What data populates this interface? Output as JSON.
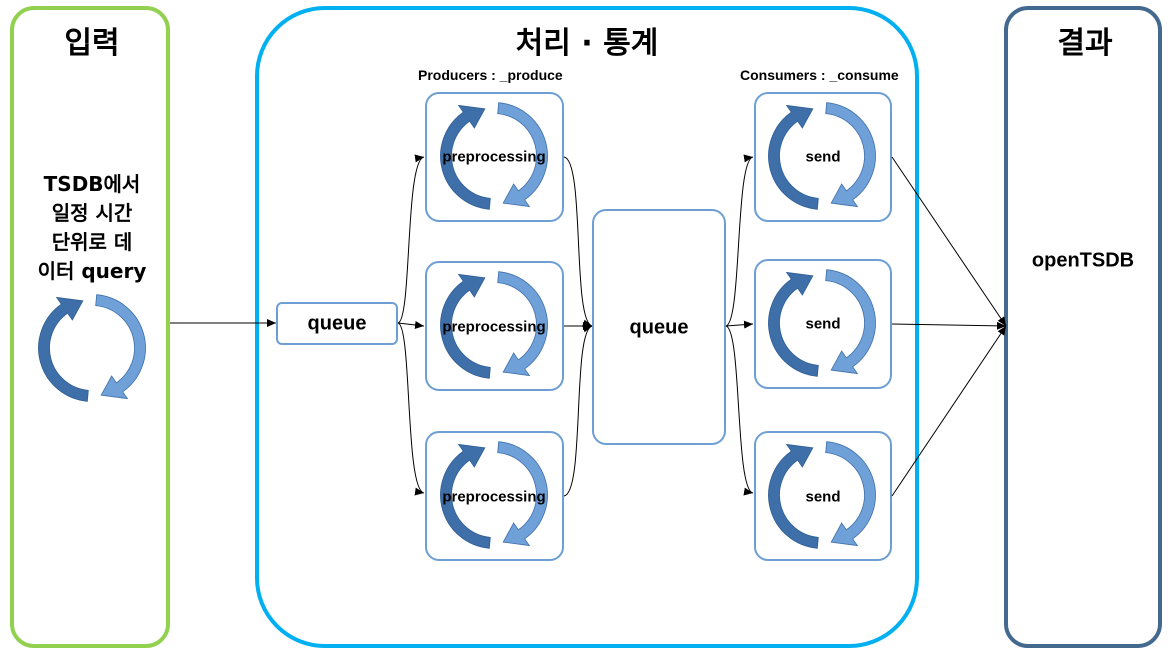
{
  "input": {
    "title": "입력",
    "description_lines": [
      "TSDB에서",
      "일정 시간",
      "단위로 데",
      "이터 query"
    ]
  },
  "processing": {
    "title": "처리 · 통계",
    "producers_label": "Producers : _produce",
    "consumers_label": "Consumers : _consume",
    "input_queue_label": "queue",
    "middle_queue_label": "queue",
    "producers": [
      {
        "label": "preprocessing"
      },
      {
        "label": "preprocessing"
      },
      {
        "label": "preprocessing"
      }
    ],
    "consumers": [
      {
        "label": "send"
      },
      {
        "label": "send"
      },
      {
        "label": "send"
      }
    ]
  },
  "result": {
    "title": "결과",
    "target_label": "openTSDB"
  },
  "icons": {
    "cycle": "refresh-cycle-icon",
    "arrowhead": "arrowhead-icon"
  },
  "colors": {
    "input_border": "#92d050",
    "process_border": "#00b0f0",
    "result_border": "#44698f",
    "box_border": "#6d9ed4",
    "cycle_light": "#6fa0d8",
    "cycle_dark": "#3f6fa8"
  }
}
